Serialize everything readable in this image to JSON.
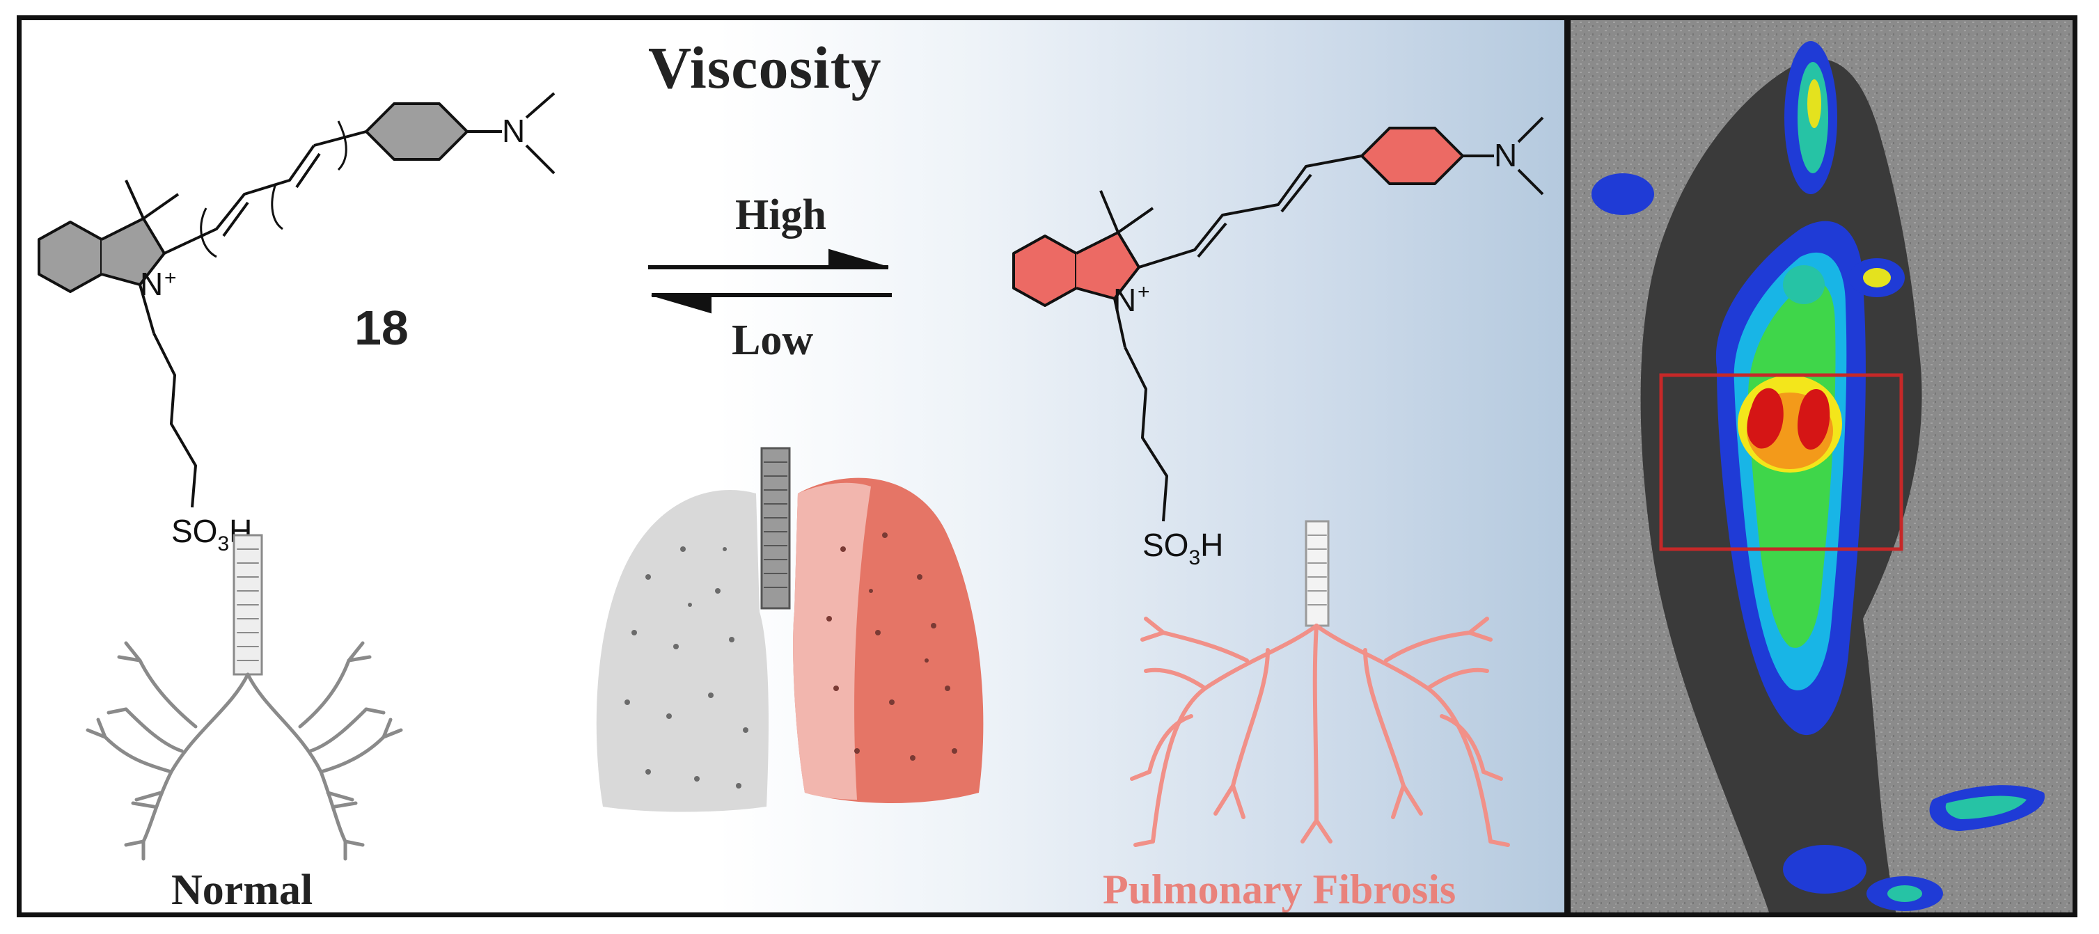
{
  "figure": {
    "title": "Viscosity",
    "compound_number": "18",
    "equilibrium": {
      "forward_label": "High",
      "reverse_label": "Low"
    },
    "atoms": {
      "nitrogen": "N",
      "cation": "+",
      "sulfonate": "SO",
      "sulfonate_sub": "3",
      "sulfonate_h": "H"
    },
    "captions": {
      "normal": "Normal",
      "disease": "Pulmonary Fibrosis"
    },
    "colors": {
      "ring_gray": "#9e9e9e",
      "ring_red": "#ec6a64",
      "lung_gray": "#d9d9d9",
      "lung_red": "#e57566",
      "bronchi_red": "#f19088",
      "disease_caption": "#e9827b",
      "roi_box": "#c62828"
    }
  }
}
